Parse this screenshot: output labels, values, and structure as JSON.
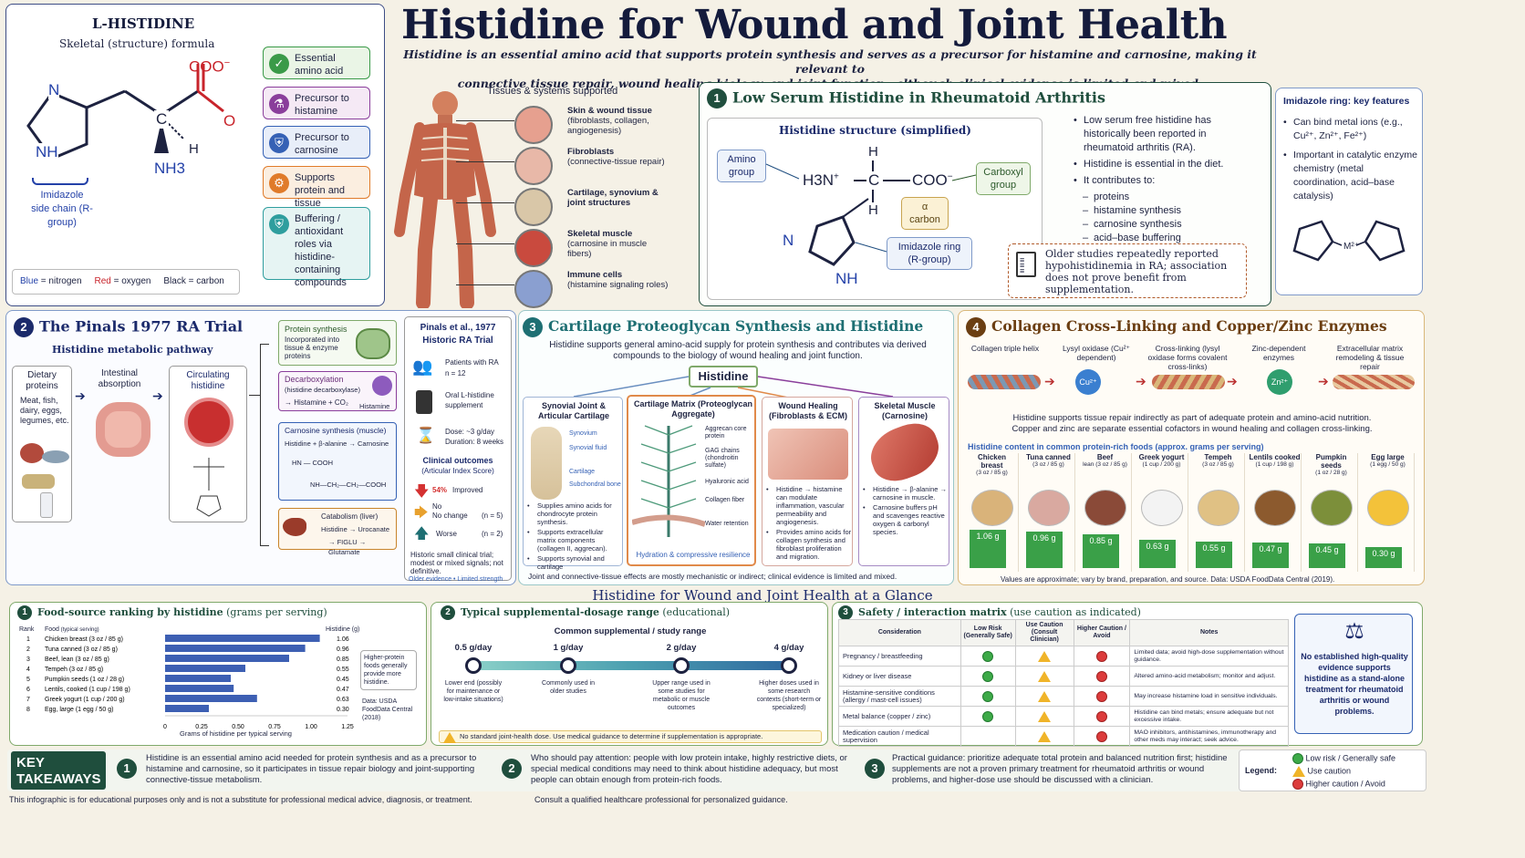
{
  "title": "Histidine for Wound and Joint Health",
  "subtitle_line1": "Histidine is an essential amino acid that supports protein synthesis and serves as a precursor for histamine and carnosine, making it relevant to",
  "subtitle_line2": "connective tissue repair, wound healing biology, and joint function—although clinical evidence is limited and mixed.",
  "structure": {
    "title": "L-HISTIDINE",
    "subtitle": "Skeletal (structure) formula",
    "coo": "COO",
    "coo_sup": "−",
    "o": "O",
    "nh": "NH",
    "n": "N",
    "c": "C",
    "h": "H",
    "nh3": "NH3",
    "side_chain": "Imidazole side chain (R-group)",
    "legend_blue": "Blue",
    "legend_blue_txt": " = nitrogen",
    "legend_red": "Red",
    "legend_red_txt": " = oxygen",
    "legend_black": "Black",
    "legend_black_txt": " = carbon"
  },
  "roles": [
    {
      "label": "Essential amino acid",
      "icon": "check-icon",
      "color": "#3a9a48",
      "bg": "#eaf5e6"
    },
    {
      "label": "Precursor to histamine",
      "icon": "flask-icon",
      "color": "#8a3e9b",
      "bg": "#f5e9f5"
    },
    {
      "label": "Precursor to carnosine",
      "icon": "shield-icon",
      "color": "#3561b5",
      "bg": "#e8eef9"
    },
    {
      "label": "Supports protein and tissue synthesis",
      "icon": "gear-icon",
      "color": "#e07b2a",
      "bg": "#fbeee0"
    },
    {
      "label": "Buffering / antioxidant roles via histidine-containing compounds",
      "icon": "shield-check-icon",
      "color": "#2f9e9e",
      "bg": "#e6f4f3"
    }
  ],
  "tissues": {
    "title": "Tissues & systems supported",
    "items": [
      {
        "name": "Skin & wound tissue",
        "desc": "(fibroblasts, collagen, angiogenesis)"
      },
      {
        "name": "Fibroblasts",
        "desc": "(connective-tissue repair)"
      },
      {
        "name": "Cartilage, synovium & joint structures",
        "desc": ""
      },
      {
        "name": "Skeletal muscle",
        "desc": "(carnosine in muscle fibers)"
      },
      {
        "name": "Immune cells",
        "desc": "(histamine signaling roles)"
      }
    ]
  },
  "s1": {
    "num": "1",
    "title": "Low Serum Histidine in Rheumatoid Arthritis",
    "struct_title": "Histidine structure (simplified)",
    "amino": "Amino group",
    "carboxyl": "Carboxyl group",
    "alpha": "α carbon",
    "imid": "Imidazole ring (R-group)",
    "h3n": "H3N",
    "plus": "+",
    "c": "C",
    "coo": "COO",
    "minus": "−",
    "h": "H",
    "n": "N",
    "nh": "NH",
    "bullets": [
      "Low serum free histidine has historically been reported in rheumatoid arthritis (RA).",
      "Histidine is essential in the diet.",
      "It contributes to:"
    ],
    "sub": [
      "proteins",
      "histamine synthesis",
      "carnosine synthesis",
      "acid–base buffering"
    ],
    "note": "Older studies repeatedly reported hypohistidinemia in RA; association does not prove benefit from supplementation.",
    "imid_title": "Imidazole ring: key features",
    "imid_b1": "Can bind metal ions (e.g., Cu²⁺, Zn²⁺, Fe²⁺)",
    "imid_b2": "Important in catalytic enzyme chemistry (metal coordination, acid–base catalysis)",
    "m2": "M²⁺"
  },
  "s2": {
    "num": "2",
    "title": "The Pinals 1977 RA Trial",
    "path_title": "Histidine metabolic pathway",
    "diet": "Dietary proteins",
    "diet_desc": "Meat, fish, dairy, eggs, legumes, etc.",
    "intestine": "Intestinal absorption",
    "circ": "Circulating histidine",
    "b1_t": "Protein synthesis",
    "b1_d": "Incorporated into tissue & enzyme proteins",
    "b2_t": "Decarboxylation",
    "b2_d": "(histidine decarboxylase)",
    "b2_r": "→ Histamine + CO₂",
    "b2_i": "Histamine",
    "b3_t": "Carnosine synthesis (muscle)",
    "b3_r": "Histidine + β-alanine → Carnosine",
    "b3_f": "HN — COOH",
    "b3_g": "NH—CH₂—CH₂—COOH",
    "b4_t": "Catabolism (liver)",
    "b4_r1": "Histidine → Urocanate",
    "b4_r2": "→ FIGLU → Glutamate",
    "trial_t1": "Pinals et al., 1977",
    "trial_t2": "Historic RA Trial",
    "pat": "Patients with RA",
    "n": "n = 12",
    "oral": "Oral L-histidine supplement",
    "dose": "Dose: ~3 g/day",
    "dur": "Duration: 8 weeks",
    "out_t": "Clinical outcomes",
    "out_s": "(Articular Index Score)",
    "imp_p": "54%",
    "imp": "Improved",
    "nochg_l": "No",
    "nochg": "No change",
    "nochg_n": "(n = 5)",
    "worse": "Worse",
    "worse_n": "(n = 2)",
    "foot": "Historic small clinical trial; modest or mixed signals; not definitive.",
    "foot2": "Older evidence • Limited strength"
  },
  "s3": {
    "num": "3",
    "title": "Cartilage Proteoglycan Synthesis and Histidine",
    "intro": "Histidine supports general amino-acid supply for protein synthesis and contributes via derived compounds to the biology of wound healing and joint function.",
    "hist": "Histidine",
    "c1": "Synovial Joint & Articular Cartilage",
    "c1_l": [
      "Synovium",
      "Synovial fluid",
      "Cartilage",
      "Subchondral bone"
    ],
    "c1_b": [
      "Supplies amino acids for chondrocyte protein synthesis.",
      "Supports extracellular matrix components (collagen II, aggrecan).",
      "Supports synovial and cartilage"
    ],
    "c2": "Cartilage Matrix (Proteoglycan Aggregate)",
    "c2_l": [
      "Aggrecan core protein",
      "GAG chains (chondroitin sulfate)",
      "Hyaluronic acid",
      "Collagen fiber",
      "Water retention"
    ],
    "c2_f": "Hydration & compressive resilience",
    "c3": "Wound Healing (Fibroblasts & ECM)",
    "c3_b": [
      "Histidine → histamine can modulate inflammation, vascular permeability and angiogenesis.",
      "Provides amino acids for collagen synthesis and fibroblast proliferation and migration."
    ],
    "c4": "Skeletal Muscle (Carnosine)",
    "c4_b": [
      "Histidine → β-alanine → carnosine in muscle.",
      "Carnosine buffers pH and scavenges reactive oxygen & carbonyl species."
    ],
    "foot": "Joint and connective-tissue effects are mostly mechanistic or indirect; clinical evidence is limited and mixed."
  },
  "s4": {
    "num": "4",
    "title": "Collagen Cross-Linking and Copper/Zinc Enzymes",
    "steps": [
      "Collagen triple helix",
      "Lysyl oxidase (Cu²⁺ dependent)",
      "Cross-linking (lysyl oxidase forms covalent cross-links)",
      "Zinc-dependent enzymes",
      "Extracellular matrix remodeling & tissue repair"
    ],
    "cu": "Cu²⁺",
    "zn": "Zn²⁺",
    "intro1": "Histidine supports tissue repair indirectly as part of adequate protein and amino-acid nutrition.",
    "intro2": "Copper and zinc are separate essential cofactors in wound healing and collagen cross-linking.",
    "food_title": "Histidine content in common protein-rich foods (approx. grams per serving)",
    "foot": "Values are approximate; vary by brand, preparation, and source.   Data: USDA FoodData Central (2019)."
  },
  "food_cards": [
    {
      "name": "Chicken breast",
      "serv": "(3 oz / 85 g)",
      "val": "1.06 g",
      "color": "#d9b37a"
    },
    {
      "name": "Tuna canned",
      "serv": "(3 oz / 85 g)",
      "val": "0.96 g",
      "color": "#d9a9a0"
    },
    {
      "name": "Beef",
      "serv": "lean (3 oz / 85 g)",
      "val": "0.85 g",
      "color": "#8a4a38"
    },
    {
      "name": "Greek yogurt",
      "serv": "(1 cup / 200 g)",
      "val": "0.63 g",
      "color": "#f3f3f3"
    },
    {
      "name": "Tempeh",
      "serv": "(3 oz / 85 g)",
      "val": "0.55 g",
      "color": "#e0c184"
    },
    {
      "name": "Lentils cooked",
      "serv": "(1 cup / 198 g)",
      "val": "0.47 g",
      "color": "#8c5a2e"
    },
    {
      "name": "Pumpkin seeds",
      "serv": "(1 oz / 28 g)",
      "val": "0.45 g",
      "color": "#7c8f3a"
    },
    {
      "name": "Egg large",
      "serv": "(1 egg / 50 g)",
      "val": "0.30 g",
      "color": "#f3c23a"
    }
  ],
  "glance": {
    "title": "Histidine for Wound and Joint Health at a Glance",
    "p1_title": "Food-source ranking by histidine",
    "p1_unit": " (grams per serving)",
    "rank": "Rank",
    "food_hdr": "Food",
    "food_hdr2": " (typical serving)",
    "hist_hdr": "Histidine (g)",
    "xlabel": "Grams of histidine per typical serving",
    "note": "Higher-protein foods generally provide more histidine.",
    "data": "Data: USDA FoodData Central (2018)",
    "p2_title": "Typical supplemental-dosage range",
    "p2_unit": " (educational)",
    "p2_sub": "Common supplemental / study range",
    "doses": [
      {
        "v": "0.5 g/day",
        "d": "Lower end (possibly for maintenance or low-intake situations)"
      },
      {
        "v": "1 g/day",
        "d": "Commonly used in older studies"
      },
      {
        "v": "2 g/day",
        "d": "Upper range used in some studies for metabolic or muscle outcomes"
      },
      {
        "v": "4 g/day",
        "d": "Higher doses used in some research contexts (short-term or specialized)"
      }
    ],
    "p2_warn": "No standard joint-health dose. Use medical guidance to determine if supplementation is appropriate.",
    "p3_title": "Safety / interaction matrix",
    "p3_unit": " (use caution as indicated)",
    "p3_h": [
      "Consideration",
      "Low Risk (Generally Safe)",
      "Use Caution (Consult Clinician)",
      "Higher Caution / Avoid",
      "Notes"
    ],
    "p3_rows": [
      {
        "c": "Pregnancy / breastfeeding",
        "l": "g",
        "u": "y",
        "h": "r",
        "n": "Limited data; avoid high-dose supplementation without guidance."
      },
      {
        "c": "Kidney or liver disease",
        "l": "g",
        "u": "y",
        "h": "r",
        "n": "Altered amino-acid metabolism; monitor and adjust."
      },
      {
        "c": "Histamine-sensitive conditions (allergy / mast-cell issues)",
        "l": "g",
        "u": "y",
        "h": "r",
        "n": "May increase histamine load in sensitive individuals."
      },
      {
        "c": "Metal balance (copper / zinc)",
        "l": "g",
        "u": "y",
        "h": "r",
        "n": "Histidine can bind metals; ensure adequate but not excessive intake."
      },
      {
        "c": "Medication caution / medical supervision",
        "l": "",
        "u": "y",
        "h": "r",
        "n": "MAO inhibitors, antihistamines, immunotherapy and other meds may interact; seek advice."
      }
    ],
    "evidence": "No established high-quality evidence supports histidine as a stand-alone treatment for rheumatoid arthritis or wound problems."
  },
  "chart_data": {
    "type": "bar",
    "orientation": "horizontal",
    "categories": [
      "Chicken breast (3 oz / 85 g)",
      "Tuna canned (3 oz / 85 g)",
      "Beef, lean (3 oz / 85 g)",
      "Tempeh (3 oz / 85 g)",
      "Pumpkin seeds (1 oz / 28 g)",
      "Lentils, cooked (1 cup / 198 g)",
      "Greek yogurt (1 cup / 200 g)",
      "Egg, large (1 egg / 50 g)"
    ],
    "ranks": [
      "1",
      "2",
      "3",
      "4",
      "5",
      "6",
      "7",
      "8"
    ],
    "values": [
      1.06,
      0.96,
      0.85,
      0.55,
      0.45,
      0.47,
      0.63,
      0.3
    ],
    "value_labels": [
      "1.06",
      "0.96",
      "0.85",
      "0.55",
      "0.45",
      "0.47",
      "0.63",
      "0.30"
    ],
    "xlim": [
      0,
      1.25
    ],
    "xticks": [
      "0",
      "0.25",
      "0.50",
      "0.75",
      "1.00",
      "1.25"
    ],
    "color": "#3d5fb3"
  },
  "takeaways": {
    "label1": "KEY",
    "label2": "TAKEAWAYS",
    "t1": "Histidine is an essential amino acid needed for protein synthesis and as a precursor to histamine and carnosine, so it participates in tissue repair biology and joint-supporting connective-tissue metabolism.",
    "t2": "Who should pay attention: people with low protein intake, highly restrictive diets, or special medical conditions may need to think about histidine adequacy, but most people can obtain enough from protein-rich foods.",
    "t3": "Practical guidance: prioritize adequate total protein and balanced nutrition first; histidine supplements are not a proven primary treatment for rheumatoid arthritis or wound problems, and higher-dose use should be discussed with a clinician.",
    "legend": "Legend:",
    "lg1": "Low risk / Generally safe",
    "lg2": "Use caution",
    "lg3": "Higher caution / Avoid"
  },
  "footer1": "This infographic is for educational purposes only and is not a substitute for professional medical advice, diagnosis, or treatment.",
  "footer2": "Consult a qualified healthcare professional for personalized guidance."
}
